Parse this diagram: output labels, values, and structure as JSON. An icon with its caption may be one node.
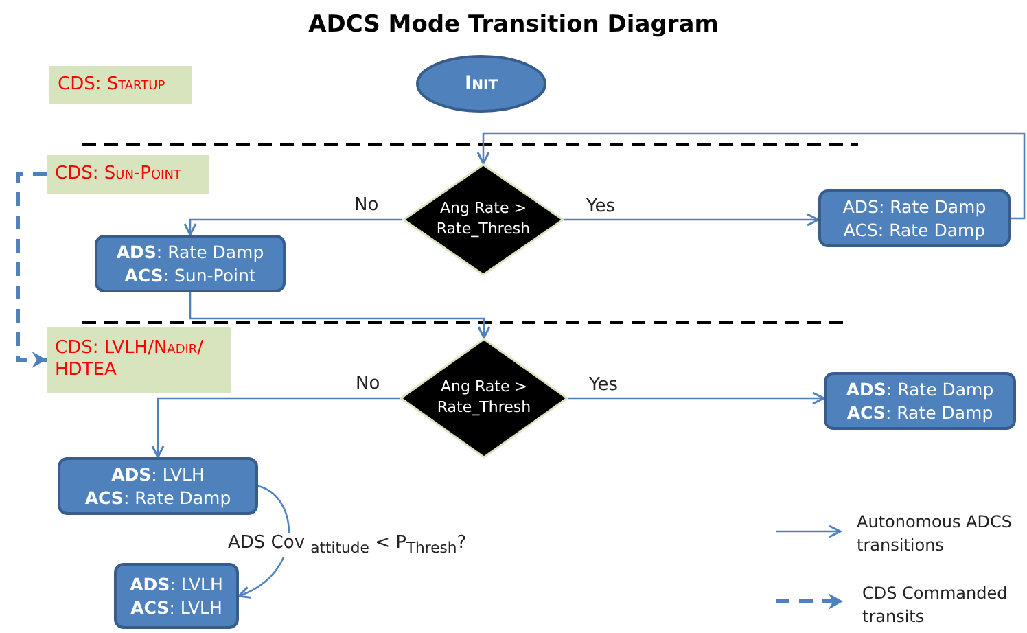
{
  "diagram": {
    "title": "ADCS Mode Transition Diagram",
    "nodes": [
      {
        "text": [
          "CDS: Startup"
        ]
      },
      {
        "text": [
          "Init"
        ]
      },
      {
        "text": [
          "CDS: Sun-Point"
        ]
      },
      {
        "text": [
          "Ang Rate > Rate_Thresh"
        ]
      },
      {
        "text": [
          "**ADS**: Rate Damp",
          "**ACS**: Sun-Point"
        ]
      },
      {
        "text": [
          "ADS: Rate Damp",
          "ACS: Rate Damp"
        ]
      },
      {
        "text": [
          "CDS: LVLH/Nadir/ HDTEA"
        ]
      },
      {
        "text": [
          "Ang Rate > Rate_Thresh"
        ]
      },
      {
        "text": [
          "**ADS**: Rate Damp",
          "**ACS**: Rate Damp"
        ]
      },
      {
        "text": [
          "**ADS**:  LVLH",
          "**ACS**: Rate Damp"
        ]
      },
      {
        "text": [
          "**ADS**: LVLH",
          "**ACS**: LVLH"
        ]
      }
    ],
    "edges": [
      {
        "from": 5,
        "to": 3,
        "arrow": "to"
      },
      {
        "from": 3,
        "to": 4,
        "arrow": "to",
        "label": "No"
      },
      {
        "from": 3,
        "to": 5,
        "arrow": "to",
        "label": "Yes"
      },
      {
        "from": 4,
        "to": 7,
        "arrow": "to"
      },
      {
        "from": 7,
        "to": 9,
        "arrow": "to",
        "label": "No"
      },
      {
        "from": 7,
        "to": 8,
        "arrow": "to",
        "label": "Yes"
      },
      {
        "from": 9,
        "to": 10,
        "arrow": "to",
        "label": "ADS Cov $_{attitude}$ < P$_{Thresh}$?"
      },
      {
        "from": 2,
        "to": 6,
        "arrow": "to",
        "style": "dashed"
      }
    ],
    "legend": [
      {
        "text": "Autonomous ADCS transitions"
      },
      {
        "text": "CDS Commanded transits"
      }
    ]
  }
}
